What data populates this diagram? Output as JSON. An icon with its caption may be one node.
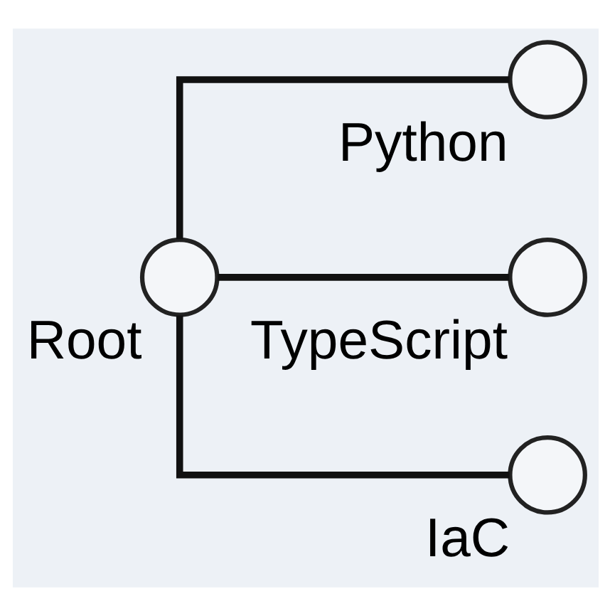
{
  "diagram": {
    "nodes": [
      {
        "text": [],
        "shape": "circle",
        "beside": [
          "Root"
        ]
      },
      {
        "text": [],
        "shape": "circle",
        "beside": [
          "Python"
        ]
      },
      {
        "text": [],
        "shape": "circle",
        "beside": [
          "TypeScript"
        ]
      },
      {
        "text": [],
        "shape": "circle",
        "beside": [
          "IaC"
        ]
      }
    ],
    "edges": [
      {
        "from": 0,
        "to": 1,
        "arrow": "none"
      },
      {
        "from": 0,
        "to": 2,
        "arrow": "none"
      },
      {
        "from": 0,
        "to": 3,
        "arrow": "none"
      }
    ]
  }
}
